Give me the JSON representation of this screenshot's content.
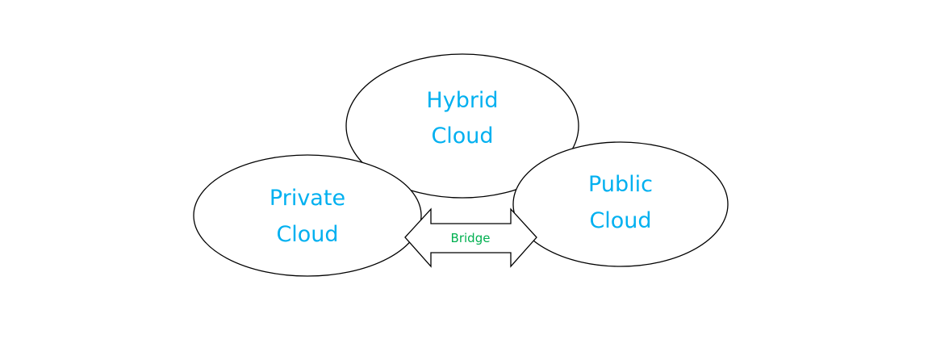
{
  "diagram": {
    "nodes": {
      "hybrid": {
        "line1": "Hybrid",
        "line2": "Cloud"
      },
      "private": {
        "line1": "Private",
        "line2": "Cloud"
      },
      "public": {
        "line1": "Public",
        "line2": "Cloud"
      }
    },
    "connector": {
      "label": "Bridge",
      "type": "double-headed-arrow",
      "from": "Private Cloud",
      "to": "Public Cloud"
    },
    "colors": {
      "node_text": "#00b0f0",
      "connector_text": "#00b050",
      "outline": "#000000",
      "fill": "#ffffff"
    }
  }
}
